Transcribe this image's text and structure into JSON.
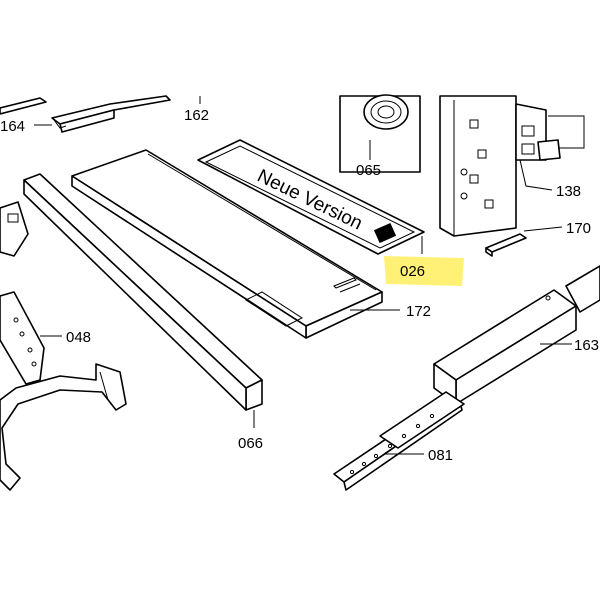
{
  "labels": {
    "p164": "164",
    "p162": "162",
    "p065": "065",
    "p138": "138",
    "p170": "170",
    "p026": "026",
    "p172": "172",
    "p048": "048",
    "p163": "163",
    "p066": "066",
    "p081": "081"
  },
  "panel_text": "Neue Version",
  "highlight_color": "#fff176"
}
